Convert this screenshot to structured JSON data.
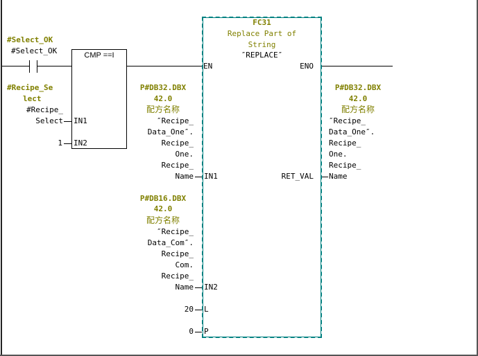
{
  "contact": {
    "symbol_label": "#Select_OK",
    "address": "#Select_OK"
  },
  "cmp": {
    "title": "CMP ==I",
    "in1_symbol": [
      "#Recipe_Se",
      "lect"
    ],
    "in1_address": [
      "#Recipe_",
      "Select"
    ],
    "in1_pin": "IN1",
    "in2_value": "1",
    "in2_pin": "IN2"
  },
  "fc": {
    "number": "FC31",
    "description": [
      "Replace Part of",
      "String"
    ],
    "name": "″REPLACE″",
    "en": "EN",
    "eno": "ENO",
    "in1_pin": "IN1",
    "in2_pin": "IN2",
    "l_pin": "L",
    "p_pin": "P",
    "ret_pin": "RET_VAL",
    "in1_param": {
      "pointer": "P#DB32.DBX",
      "offset": "42.0",
      "comment": "配方名称",
      "lines": [
        "″Recipe_",
        "Data_One″.",
        "Recipe_",
        "One.",
        "Recipe_",
        "Name"
      ]
    },
    "in2_param": {
      "pointer": "P#DB16.DBX",
      "offset": "42.0",
      "comment": "配方名称",
      "lines": [
        "″Recipe_",
        "Data_Com″.",
        "Recipe_",
        "Com.",
        "Recipe_",
        "Name"
      ]
    },
    "l_value": "20",
    "p_value": "0",
    "ret_param": {
      "pointer": "P#DB32.DBX",
      "offset": "42.0",
      "comment": "配方名称",
      "lines": [
        "″Recipe_",
        "Data_One″.",
        "Recipe_",
        "One.",
        "Recipe_",
        "Name"
      ]
    }
  },
  "colors": {
    "symbol": "#808000",
    "block_border": "#008080"
  }
}
